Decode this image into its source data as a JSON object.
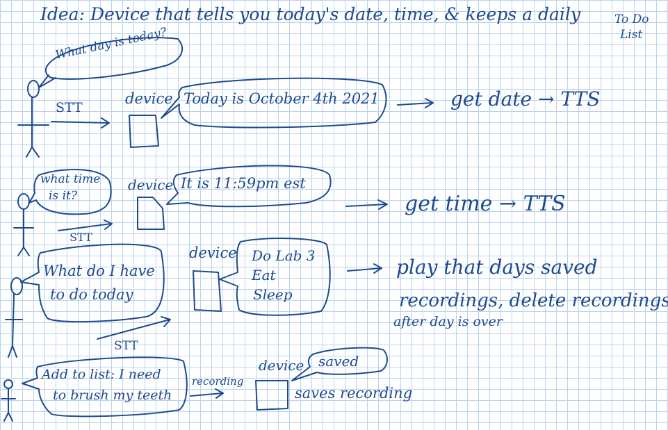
{
  "title": "Idea: Device that tells you today's date, time, & keeps a daily",
  "title_tail": [
    "To Do",
    "List"
  ],
  "scenarios": [
    {
      "question": "What day is today?",
      "transport": "STT",
      "device_label": "device",
      "reply": "Today is October 4th 2021",
      "outcome": "get date → TTS"
    },
    {
      "question": [
        "what time",
        "is it?"
      ],
      "transport": "STT",
      "device_label": "device",
      "reply": "It is 11:59pm est",
      "outcome": "get time → TTS"
    },
    {
      "question": [
        "What do I have",
        "to do today"
      ],
      "transport": "STT",
      "device_label": "device",
      "reply": [
        "Do Lab 3",
        "Eat",
        "Sleep"
      ],
      "outcome": [
        "play that days saved",
        "recordings, delete recordings",
        "after day is over"
      ]
    },
    {
      "question": [
        "Add to list: I need",
        "to brush my teeth"
      ],
      "transport": "recording",
      "device_label": "device",
      "reply": "saved",
      "outcome": "saves recording"
    }
  ]
}
